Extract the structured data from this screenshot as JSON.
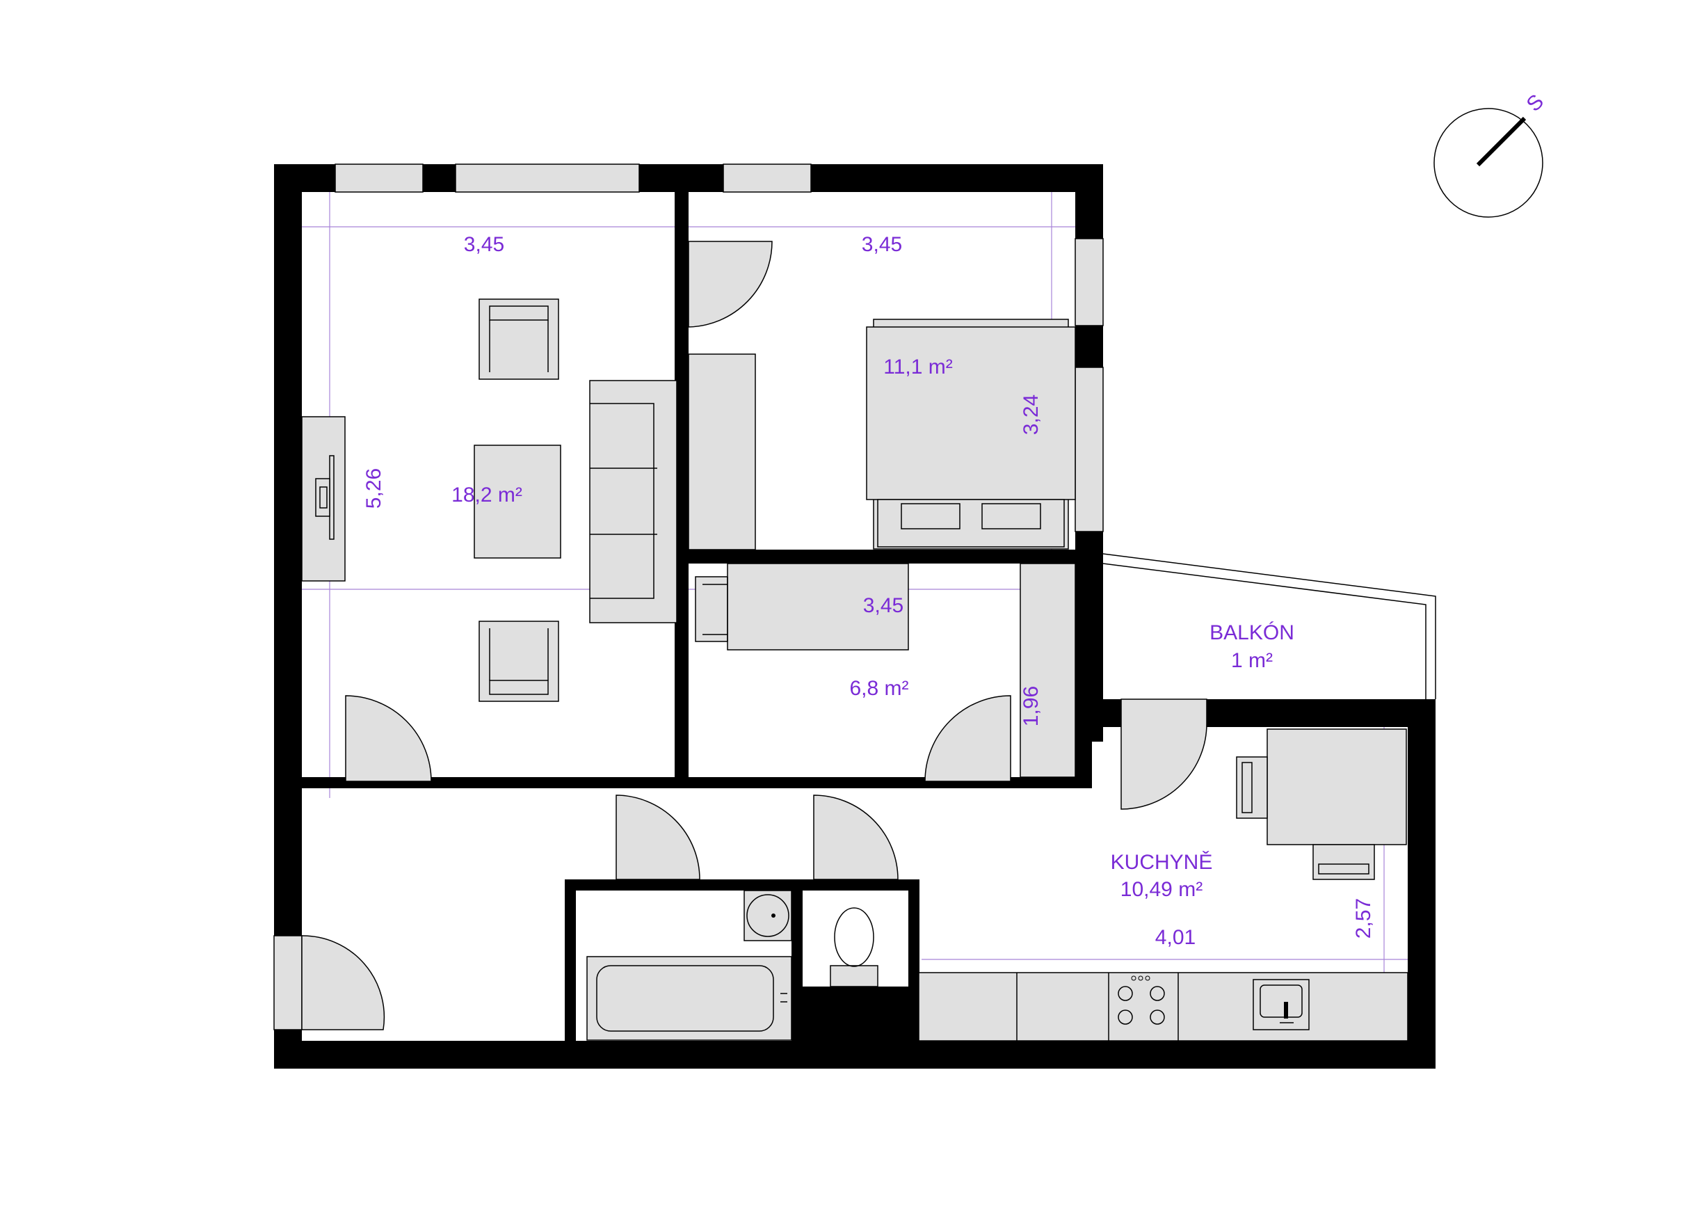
{
  "compass": {
    "label": "S"
  },
  "rooms": {
    "living": {
      "area": "18,2 m²",
      "width": "3,45",
      "depth": "5,26"
    },
    "bedroom": {
      "area": "11,1 m²",
      "width": "3,45",
      "depth": "3,24"
    },
    "small_room": {
      "area": "6,8 m²",
      "width": "3,45",
      "depth": "1,96"
    },
    "balcony": {
      "name": "BALKÓN",
      "area": "1 m²"
    },
    "kitchen": {
      "name": "KUCHYNĚ",
      "area": "10,49 m²",
      "width": "4,01",
      "depth": "2,57"
    }
  },
  "colors": {
    "wall": "#000000",
    "fill": "#e0e0e0",
    "label": "#7a2bd6",
    "dimension": "#a884d8"
  }
}
